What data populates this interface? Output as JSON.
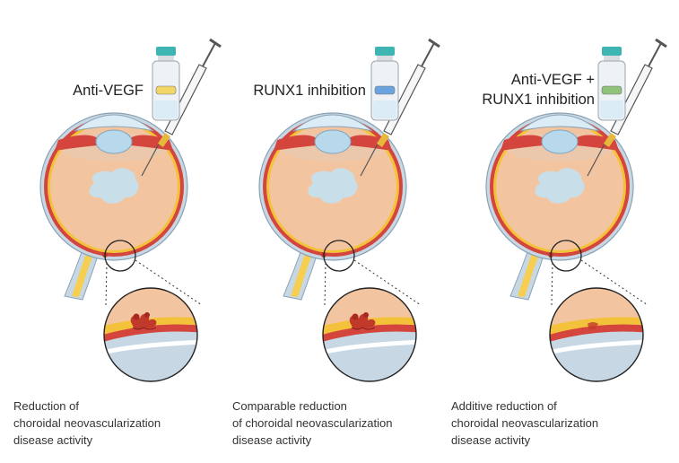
{
  "panels": [
    {
      "treatment_lines": [
        "Anti-VEGF"
      ],
      "caption_lines": [
        "Reduction of",
        "choroidal neovascularization",
        "disease activity"
      ],
      "vial_label_color": "#f2d666",
      "lesion_severity": "large"
    },
    {
      "treatment_lines": [
        "RUNX1 inhibition"
      ],
      "caption_lines": [
        "Comparable reduction",
        "of choroidal neovascularization",
        "disease activity"
      ],
      "vial_label_color": "#6aa3e0",
      "lesion_severity": "large"
    },
    {
      "treatment_lines": [
        "Anti-VEGF +",
        "RUNX1 inhibition"
      ],
      "caption_lines": [
        "Additive reduction of",
        "choroidal neovascularization",
        "disease activity"
      ],
      "vial_label_color": "#8fc27a",
      "lesion_severity": "small"
    }
  ],
  "colors": {
    "eye_interior": "#f3c4a0",
    "sclera": "#c7d7e4",
    "choroid": "#d4453e",
    "retina": "#f4c23a",
    "optic_nerve": "#f6cf52",
    "hemorrhage": "#c0392b",
    "vitreous_haze": "#bfe3f5",
    "lens": "#b8d9ec",
    "needle": "#e8b83a"
  }
}
